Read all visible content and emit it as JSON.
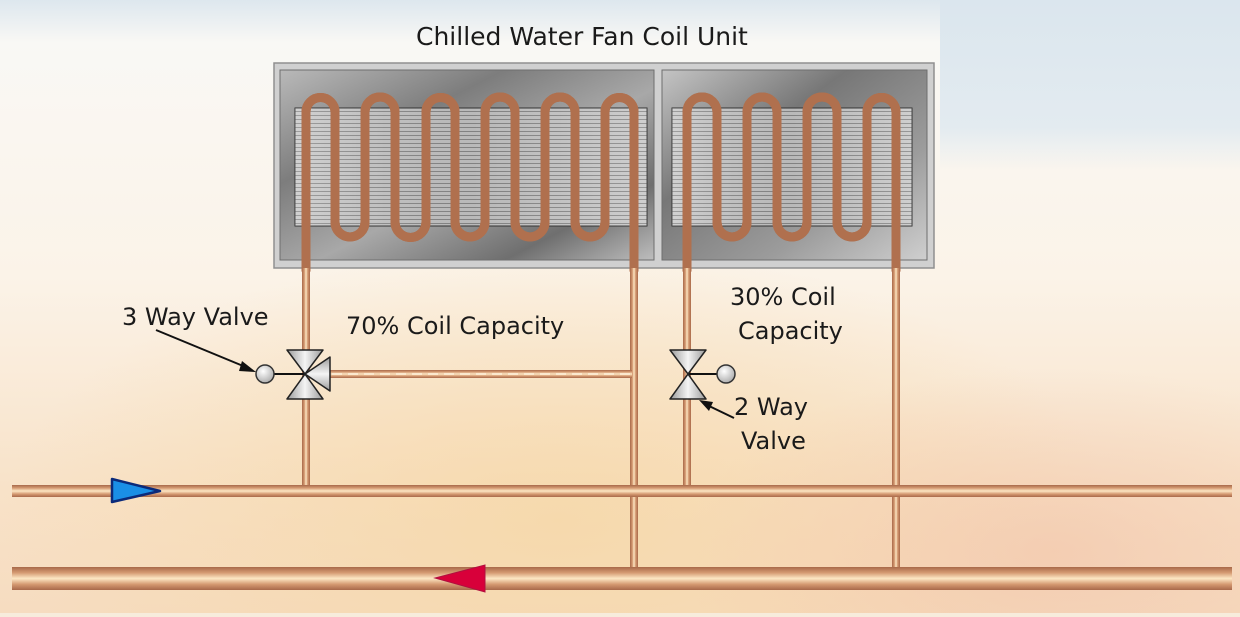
{
  "title": "Chilled Water Fan Coil Unit",
  "labels": {
    "three_way_valve": "3 Way Valve",
    "left_capacity": "70% Coil Capacity",
    "right_capacity_line1": "30% Coil",
    "right_capacity_line2": "Capacity",
    "two_way_valve_line1": "2 Way",
    "two_way_valve_line2": "Valve"
  },
  "components": {
    "fan_coil_unit": {
      "sections": [
        {
          "name": "left-coil",
          "capacity_percent": 70,
          "legs": 12
        },
        {
          "name": "right-coil",
          "capacity_percent": 30,
          "legs": 8
        }
      ]
    },
    "valves": [
      {
        "type": "3-way",
        "serves": "left-coil"
      },
      {
        "type": "2-way",
        "serves": "right-coil"
      }
    ],
    "pipes": [
      {
        "name": "supply-pipe",
        "flow_direction": "right"
      },
      {
        "name": "return-pipe",
        "flow_direction": "left"
      }
    ]
  },
  "colors": {
    "supply_arrow": "#1a8fe6",
    "supply_arrow_stroke": "#0b2a7a",
    "return_arrow": "#d8003a",
    "copper": "#c98a5c",
    "copper_highlight": "#fbe0c0",
    "copper_dark": "#a8694a",
    "unit_frame": "#8a8a8a",
    "fin_fill": "#c8c8c8"
  }
}
